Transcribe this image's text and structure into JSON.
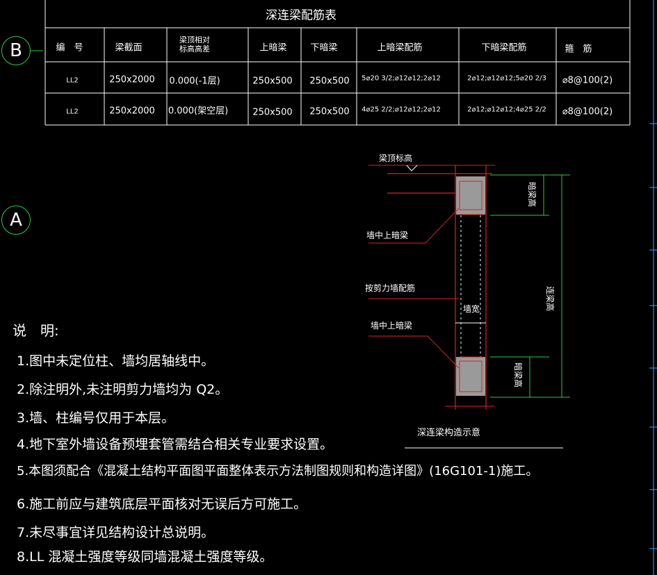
{
  "table": {
    "title": "深连梁配筋表",
    "headers": [
      "编　号",
      "梁截面",
      "梁顶相对\n标高高差",
      "上暗梁",
      "下暗梁",
      "上暗梁配筋",
      "下暗梁配筋",
      "箍　筋"
    ],
    "rows": [
      [
        "LL2",
        "250x2000",
        "0.000(-1层)",
        "250x500",
        "250x500",
        "5⌀20 3/2;⌀12⌀12;2⌀12",
        "2⌀12;⌀12⌀12;5⌀20 2/3",
        "⌀8@100(2)"
      ],
      [
        "LL2",
        "250x2000",
        "0.000(架空层)",
        "250x500",
        "250x500",
        "4⌀25 2/2;⌀12⌀12;2⌀12",
        "2⌀12;⌀12⌀12;4⌀25 2/2",
        "⌀8@100(2)"
      ]
    ]
  },
  "axes": {
    "b": "B",
    "a": "A"
  },
  "detail": {
    "beam_top_label": "梁顶标高",
    "upper_beam_label": "墙中上暗梁",
    "shear_rebar_label": "按剪力墙配筋",
    "lower_beam_label": "墙中上暗梁",
    "wall_width_label": "墙宽",
    "dim_upper": "暗梁高",
    "dim_total": "连梁高",
    "dim_lower": "暗梁高",
    "caption": "深连梁构造示意"
  },
  "notes": {
    "heading": "说　明:",
    "items": [
      "1.图中未定位柱、墙均居轴线中。",
      "2.除注明外,未注明剪力墙均为 Q2。",
      "3.墙、柱编号仅用于本层。",
      "4.地下室外墙设备预埋套管需结合相关专业要求设置。",
      "5.本图须配合《混凝土结构平面图平面整体表示方法制图规则和构造详图》(16G101-1)施工。",
      "6.施工前应与建筑底层平面核对无误后方可施工。",
      "7.未尽事宜详见结构设计总说明。",
      "8.LL 混凝土强度等级同墙混凝土强度等级。"
    ]
  }
}
